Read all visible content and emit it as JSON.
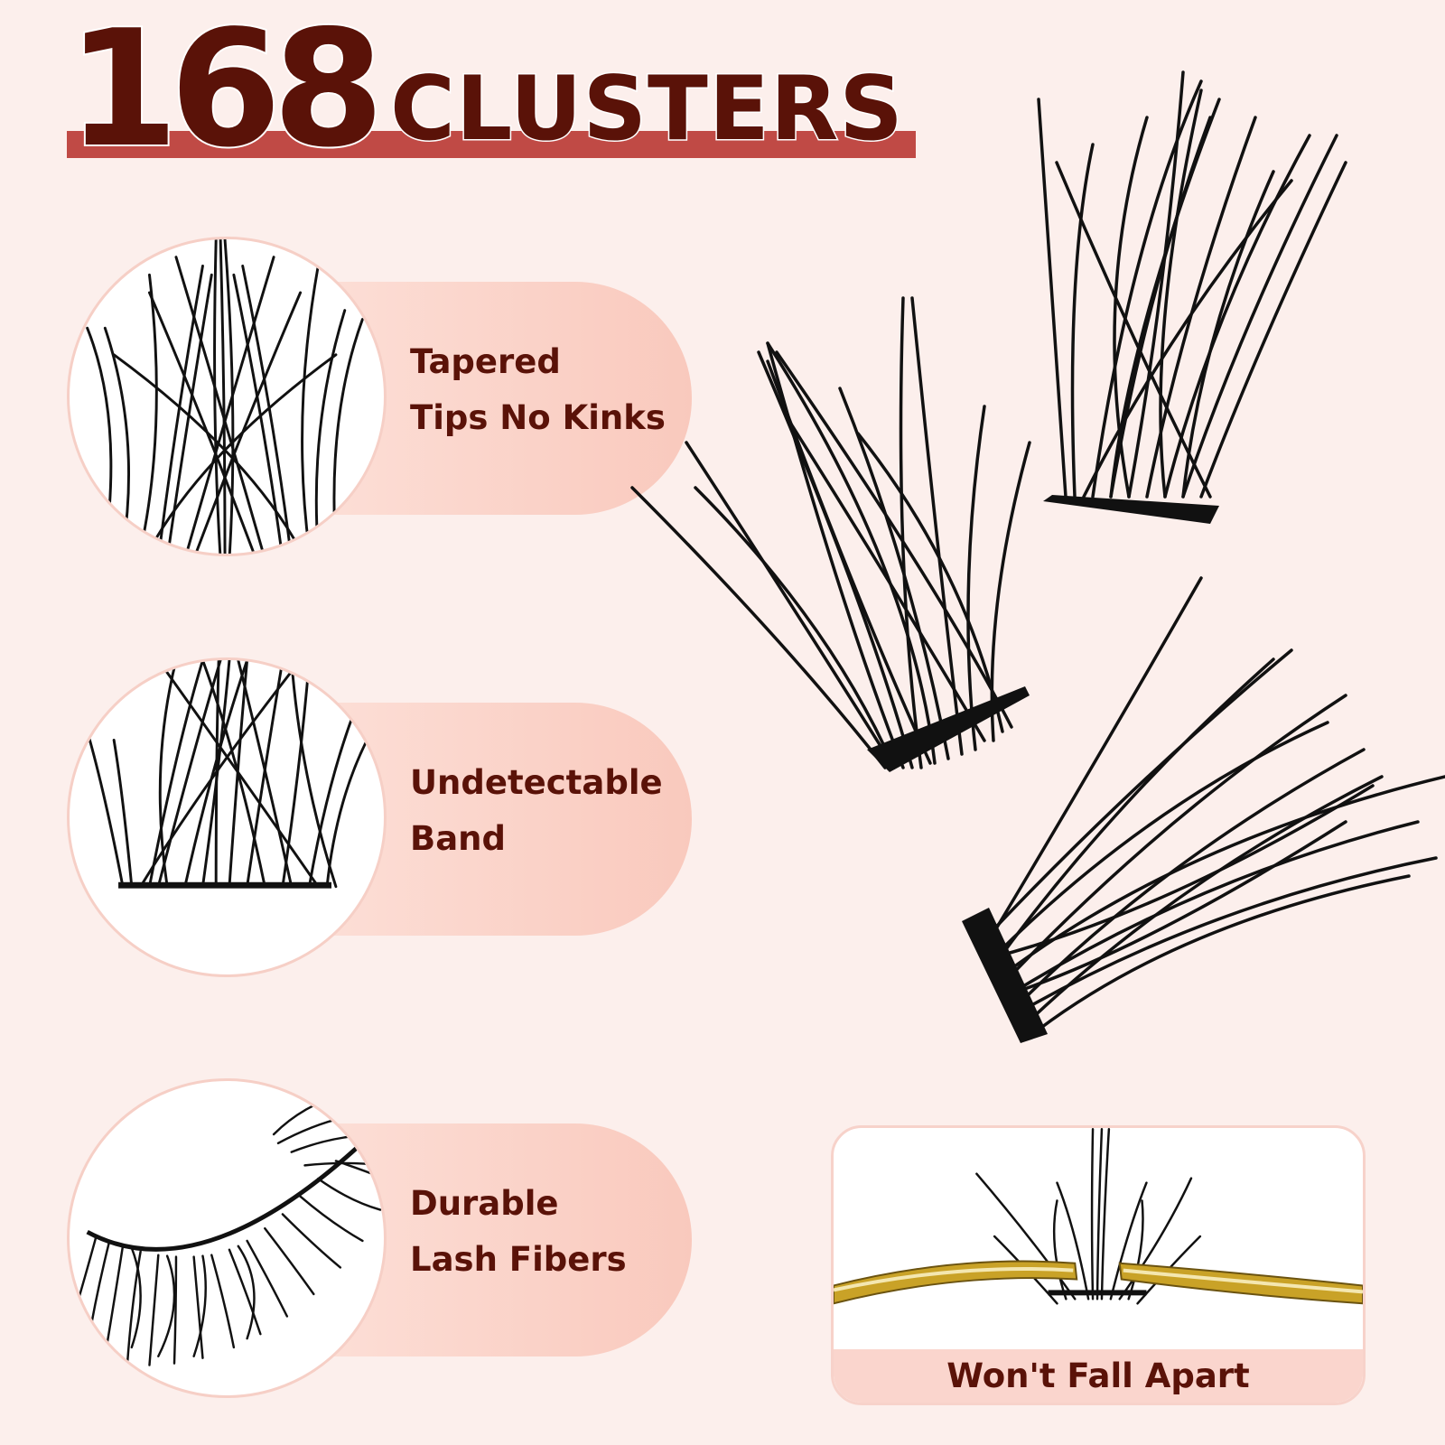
{
  "headline": {
    "number": "168",
    "word": "CLUSTERS"
  },
  "features": [
    {
      "lines": [
        "Tapered",
        "Tips No Kinks"
      ],
      "image": "tapered-tips-closeup"
    },
    {
      "lines": [
        "Undetectable",
        "Band"
      ],
      "image": "lash-band-closeup"
    },
    {
      "lines": [
        "Durable",
        "Lash Fibers"
      ],
      "image": "eye-with-lashes"
    }
  ],
  "hero_image": "three-lash-clusters",
  "card": {
    "caption": "Won't Fall Apart",
    "image": "tweezers-holding-cluster"
  },
  "colors": {
    "background": "#fcefec",
    "text_dark": "#5a1208",
    "accent_bar": "#c04a45",
    "pill_start": "#fde4dd",
    "pill_end": "#f9c9bd",
    "lash": "#111111",
    "tweezer_gold": "#c9a227"
  }
}
